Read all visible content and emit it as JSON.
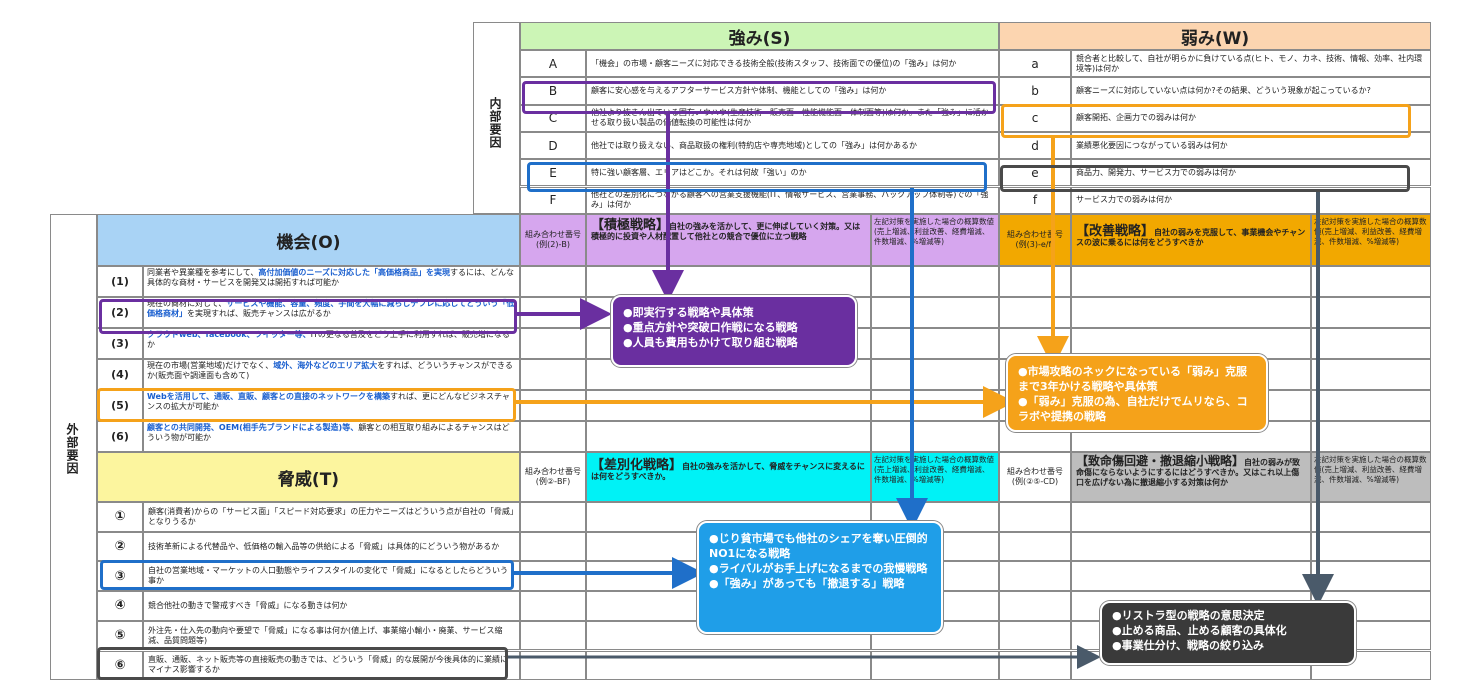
{
  "internal_label": "内部要因",
  "external_label": "外部要因",
  "strengths": {
    "title": "強み(S)",
    "rows": [
      {
        "id": "A",
        "text": "「機会」の市場・顧客ニーズに対応できる技術全般(技術スタッフ、技術面での優位)の「強み」は何か"
      },
      {
        "id": "B",
        "text": "顧客に安心感を与えるアフターサービス方針や体制、機能としての「強み」は何か"
      },
      {
        "id": "C",
        "text": "他社より抜きん出ている固有ノウハウ(生産技術・販売面・性能機能面・体制面等)は何か。また「強み」に活かせる取り扱い製品の価値転換の可能性は何か"
      },
      {
        "id": "D",
        "text": "他社では取り扱えない、商品取扱の権利(特約店や専売地域)としての「強み」は何かあるか"
      },
      {
        "id": "E",
        "text": "特に強い顧客層、エリアはどこか。それは何故「強い」のか"
      },
      {
        "id": "F",
        "text": "他社との差別化につながる顧客への営業支援機能(IT、情報サービス、営業事務、バックアップ体制等)での「強み」は何か"
      }
    ]
  },
  "weaknesses": {
    "title": "弱み(W)",
    "rows": [
      {
        "id": "a",
        "text": "競合者と比較して、自社が明らかに負けている点(ヒト、モノ、カネ、技術、情報、効率、社内環境等)は何か"
      },
      {
        "id": "b",
        "text": "顧客ニーズに対応していない点は何か?その結果、どういう現象が起こっているか?"
      },
      {
        "id": "c",
        "text": "顧客開拓、企画力での弱みは何か"
      },
      {
        "id": "d",
        "text": "業績悪化要因につながっている弱みは何か"
      },
      {
        "id": "e",
        "text": "商品力、開発力、サービス力での弱みは何か"
      },
      {
        "id": "f",
        "text": "サービス力での弱みは何か"
      }
    ]
  },
  "opportunities": {
    "title": "機会(O)",
    "rows": [
      {
        "id": "(1)",
        "pre": "同業者や異業種を参考にして、",
        "hl": "高付加価値のニーズに対応した「高価格商品」を実現",
        "post": "するには、どんな具体的な商材・サービスを開発又は開拓すれば可能か"
      },
      {
        "id": "(2)",
        "pre": "現在の商材に対して、",
        "hl": "サービスや機能、容量、頻度、手間を大幅に減らしデフレに応じてどういう「低価格商材」",
        "post": "を実現すれば、販売チャンスは広がるか"
      },
      {
        "id": "(3)",
        "pre": "",
        "hl": "クラウドweb、facebook、ツイッター等、",
        "post": "ITの更なる普及をどう上手に利用すれば、販売増になるか"
      },
      {
        "id": "(4)",
        "pre": "現在の市場(営業地域)だけでなく、",
        "hl": "域外、海外などのエリア拡大",
        "post": "をすれば、どういうチャンスができるか(販売面や調達面も含めて)"
      },
      {
        "id": "(5)",
        "pre": "",
        "hl": "Webを活用して、通販、直販、顧客との直接のネットワークを構築",
        "post": "すれば、更にどんなビジネスチャンスの拡大が可能か"
      },
      {
        "id": "(6)",
        "pre": "",
        "hl": "顧客との共同開発、OEM(相手先ブランドによる製造)等、",
        "post": "顧客との相互取り組みによるチャンスはどういう物が可能か"
      }
    ]
  },
  "threats": {
    "title": "脅威(T)",
    "rows": [
      {
        "id": "①",
        "text": "顧客(消費者)からの「サービス面」「スピード対応要求」の圧力やニーズはどういう点が自社の「脅威」となりうるか"
      },
      {
        "id": "②",
        "text": "技術革新による代替品や、低価格の輸入品等の供給による「脅威」は具体的にどういう物があるか"
      },
      {
        "id": "③",
        "text": "自社の営業地域・マーケットの人口動態やライフスタイルの変化で「脅威」になるとしたらどういう事か"
      },
      {
        "id": "④",
        "text": "競合他社の動きで警戒すべき「脅威」になる動きは何か"
      },
      {
        "id": "⑤",
        "text": "外注先・仕入先の動向や要望で「脅威」になる事は何か(値上げ、事業縮小輸小・廃業、サービス縮減、品質問題等)"
      },
      {
        "id": "⑥",
        "text": "直販、通販、ネット販売等の直接販売の動きでは、どういう「脅威」的な展開が今後具体的に業績にマイナス影響するか"
      }
    ]
  },
  "strategy_headers": {
    "combo_so": "組み合わせ番号(例(2)-B)",
    "so_title": "【積極戦略】",
    "so_desc": "自社の強みを活かして、更に伸ばしていく対策。又は積極的に投資や人材配置して他社との競合で優位に立つ戦略",
    "so_kpi": "左記対策を実施した場合の概算数値(売上増減、利益改善、経費増減、件数増減、%増減等)",
    "combo_wo": "組み合わせ番号(例(3)-e/f)",
    "wo_title": "【改善戦略】",
    "wo_desc": "自社の弱みを克服して、事業機会やチャンスの波に乗るには何をどうすべきか",
    "wo_kpi": "左記対策を実施した場合の概算数値(売上増減、利益改善、経費増減、件数増減、%増減等)",
    "combo_st": "組み合わせ番号(例②-BF)",
    "st_title": "【差別化戦略】",
    "st_desc": "自社の強みを活かして、脅威をチャンスに変えるには何をどうすべきか。",
    "st_kpi": "左記対策を実施した場合の概算数値(売上増減、利益改善、経費増減、件数増減、%増減等)",
    "combo_wt": "組み合わせ番号(例(②⑤-CD)",
    "wt_title": "【致命傷回避・撤退縮小戦略】",
    "wt_desc": "自社の弱みが致命傷にならないようにするにはどうすべきか。又はこれ以上傷口を広げない為に撤退縮小する対策は何か",
    "wt_kpi": "左記対策を実施した場合の概算数値(売上増減、利益改善、経費増減、件数増減、%増減等)"
  },
  "callouts": {
    "purple": [
      "●即実行する戦略や具体策",
      "●重点方針や突破口作戦になる戦略",
      "●人員も費用もかけて取り組む戦略"
    ],
    "orange": [
      "●市場攻略のネックになっている「弱み」克服まで3年かける戦略や具体策",
      "●「弱み」克服の為、自社だけでムリなら、コラボや提携の戦略"
    ],
    "blue": [
      "●じり貧市場でも他社のシェアを奪い圧倒的NO1になる戦略",
      "●ライバルがお手上げになるまでの我慢戦略",
      "●「強み」があっても「撤退する」戦略"
    ],
    "gray": [
      "●リストラ型の戦略の意思決定",
      "●止める商品、止める顧客の具体化",
      "●事業仕分け、戦略の絞り込み"
    ]
  },
  "colors": {
    "strength_header": "#ccf5b6",
    "weakness_header": "#fcd5b0",
    "opportunity_header": "#a9d3f5",
    "threat_header": "#fcf59e",
    "so_header": "#d6a6ee",
    "wo_header": "#f2a800",
    "st_header": "#00f2f6",
    "wt_header": "#bdbdbd",
    "purple": "#6a2fa0",
    "orange": "#f5a21a",
    "blue": "#1f6fc9",
    "gray": "#4a4a4a"
  }
}
